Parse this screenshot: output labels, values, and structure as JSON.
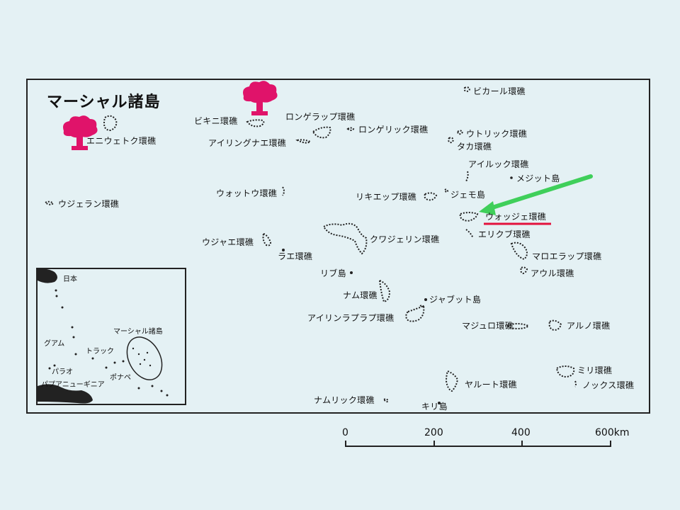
{
  "map": {
    "title": "マーシャル諸島",
    "atolls": {
      "enewetak": "エニウェトク環礁",
      "bikini": "ビキニ環礁",
      "rongelap": "ロンゲラップ環礁",
      "rongerik": "ロンゲリック環礁",
      "ailinginae": "アイリングナエ環礁",
      "bikar": "ビカール環礁",
      "utrik": "ウトリック環礁",
      "taka": "タカ環礁",
      "ailuk": "アイルック環礁",
      "mejit": "メジット島",
      "ujelang": "ウジェラン環礁",
      "wotho": "ウォットウ環礁",
      "likiep": "リキエップ環礁",
      "jemo": "ジェモ島",
      "wotje": "ウォッジェ環礁",
      "erikub": "エリクブ環礁",
      "kwajalein": "クワジェリン環礁",
      "ujae": "ウジャエ環礁",
      "lae": "ラエ環礁",
      "maloelap": "マロエラップ環礁",
      "aur": "アウル環礁",
      "lib": "リブ島",
      "namu": "ナム環礁",
      "jabwot": "ジャブット島",
      "ailinglaplap": "アイリンラプラプ環礁",
      "majuro": "マジュロ環礁",
      "arno": "アルノ環礁",
      "mili": "ミリ環礁",
      "knox": "ノックス環礁",
      "jaluit": "ヤルート環礁",
      "namorik": "ナムリック環礁",
      "kili": "キリ島"
    }
  },
  "inset": {
    "japan": "日本",
    "guam": "グアム",
    "truk": "トラック",
    "palau": "パラオ",
    "pohnpei": "ポナペ",
    "png": "パプアニューギニア",
    "marshall": "マーシャル諸島"
  },
  "scale": {
    "ticks": [
      "0",
      "200",
      "400",
      "600km"
    ]
  },
  "colors": {
    "background": "#e4f1f4",
    "mushroom_cloud": "#e0136a",
    "arrow": "#3fcf5a",
    "underline": "#e3123d"
  },
  "icons": [
    "mushroom-cloud-icon",
    "green-arrow-icon"
  ]
}
